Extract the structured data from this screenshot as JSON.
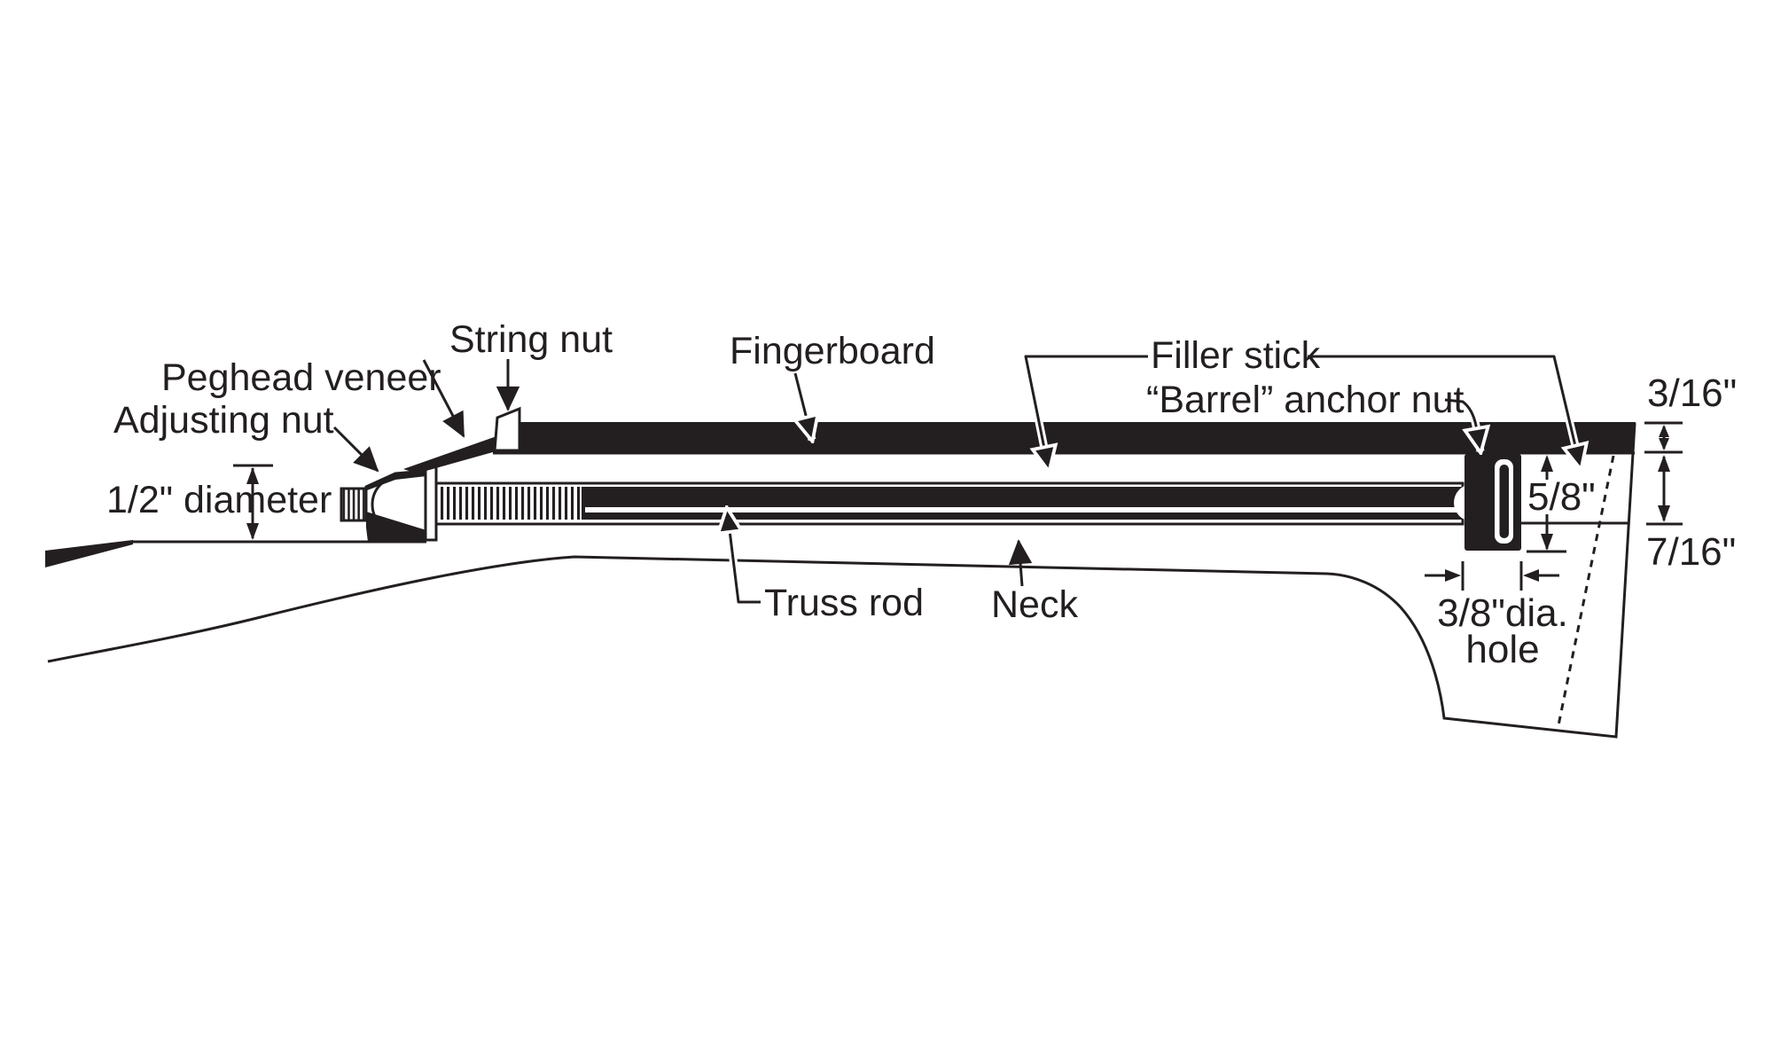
{
  "labels": {
    "peghead_veneer": "Peghead veneer",
    "adjusting_nut": "Adjusting nut",
    "string_nut": "String nut",
    "half_inch_diameter": "1/2\" diameter",
    "fingerboard": "Fingerboard",
    "filler_stick": "Filler stick",
    "barrel_anchor_nut": "“Barrel” anchor nut",
    "truss_rod": "Truss rod",
    "neck": "Neck"
  },
  "dimensions": {
    "fingerboard_thickness": "3/16\"",
    "barrel_nut_depth": "5/8\"",
    "channel_depth": "7/16\"",
    "hole_diameter_line1": "3/8\"dia.",
    "hole_diameter_line2": "hole"
  },
  "colors": {
    "ink": "#231f20",
    "background": "#ffffff"
  }
}
